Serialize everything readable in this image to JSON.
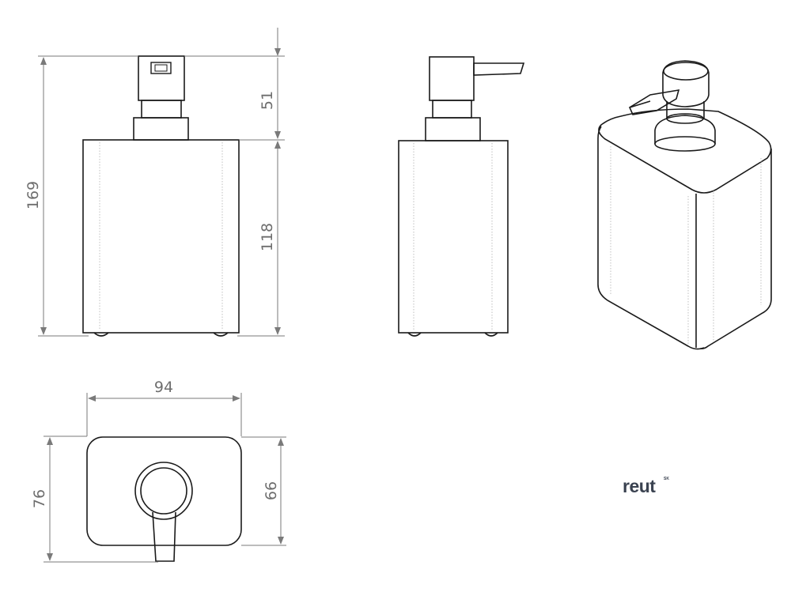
{
  "dimensions": {
    "total_height": "169",
    "pump_height": "51",
    "body_height": "118",
    "width": "94",
    "depth_outer": "76",
    "depth_inner": "66"
  },
  "brand": {
    "name": "reut",
    "suffix": "SK"
  },
  "colors": {
    "outline": "#1a1a1a",
    "dimension": "#7a7a7a",
    "brand": "#3a4250"
  }
}
